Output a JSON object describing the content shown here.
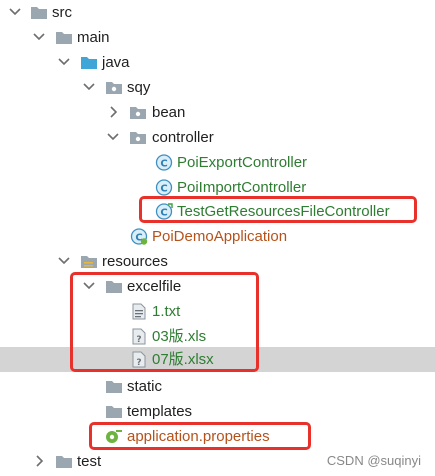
{
  "tree": {
    "items": [
      {
        "label": "src",
        "icon": "folder-icon"
      },
      {
        "label": "main",
        "icon": "folder-icon"
      },
      {
        "label": "java",
        "icon": "source-folder-icon"
      },
      {
        "label": "sqy",
        "icon": "package-icon"
      },
      {
        "label": "bean",
        "icon": "package-icon"
      },
      {
        "label": "controller",
        "icon": "package-icon"
      },
      {
        "label": "PoiExportController",
        "icon": "class-icon"
      },
      {
        "label": "PoiImportController",
        "icon": "class-icon"
      },
      {
        "label": "TestGetResourcesFileController",
        "icon": "class-icon"
      },
      {
        "label": "PoiDemoApplication",
        "icon": "spring-boot-class-icon"
      },
      {
        "label": "resources",
        "icon": "resources-folder-icon"
      },
      {
        "label": "excelfile",
        "icon": "folder-icon"
      },
      {
        "label": "1.txt",
        "icon": "text-file-icon"
      },
      {
        "label": "03版.xls",
        "icon": "unknown-file-icon"
      },
      {
        "label": "07版.xlsx",
        "icon": "unknown-file-icon"
      },
      {
        "label": "static",
        "icon": "folder-icon"
      },
      {
        "label": "templates",
        "icon": "folder-icon"
      },
      {
        "label": "application.properties",
        "icon": "spring-properties-icon"
      },
      {
        "label": "test",
        "icon": "folder-icon"
      }
    ]
  },
  "watermark": "CSDN @suqinyi",
  "colors": {
    "highlight": "#e8312a",
    "selected_row": "#d4d4d4",
    "green_label": "#2e7d32",
    "orange_label": "#b5521b"
  }
}
